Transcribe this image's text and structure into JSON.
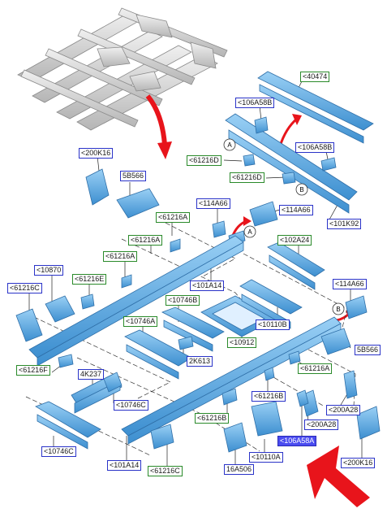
{
  "diagram": {
    "callouts": [
      "A",
      "A",
      "B",
      "B"
    ],
    "labels": {
      "l40474": "<40474",
      "l106A58B_1": "<106A58B",
      "l106A58B_2": "<106A58B",
      "l61216D_1": "<61216D",
      "l61216D_2": "<61216D",
      "l101K92": "<101K92",
      "l200K16_1": "<200K16",
      "l5B566_1": "5B566",
      "l114A66_1": "<114A66",
      "l114A66_2": "<114A66",
      "l114A66_3": "<114A66",
      "l61216A_1": "<61216A",
      "l61216A_2": "<61216A",
      "l61216A_3": "<61216A",
      "l61216A_4": "<61216A",
      "l102A24": "<102A24",
      "l10870": "<10870",
      "l61216E": "<61216E",
      "l61216C_1": "<61216C",
      "l61216C_2": "<61216C",
      "l101A14_1": "<101A14",
      "l101A14_2": "<101A14",
      "l10746B": "<10746B",
      "l10746A": "<10746A",
      "l10746C_1": "<10746C",
      "l10746C_2": "<10746C",
      "l10110B": "<10110B",
      "l10912": "<10912",
      "l2K613": "2K613",
      "l5B566_2": "5B566",
      "l61216F": "<61216F",
      "l4K237": "4K237",
      "l61216B_1": "<61216B",
      "l61216B_2": "<61216B",
      "l200A28_1": "<200A28",
      "l200A28_2": "<200A28",
      "l106A58A": "<106A58A",
      "l10110A": "<10110A",
      "l16A506": "16A506",
      "l200K16_2": "<200K16"
    },
    "colors": {
      "part_fill": "#5aa9e6",
      "part_edge": "#2f6fa8",
      "preview_fill": "#d8d8d8",
      "preview_edge": "#8a8a8a",
      "arrow": "#e8141b",
      "blue_label_border": "#2a33c8",
      "green_label_border": "#2a8a2a",
      "highlight": "#4a4cf0"
    }
  }
}
